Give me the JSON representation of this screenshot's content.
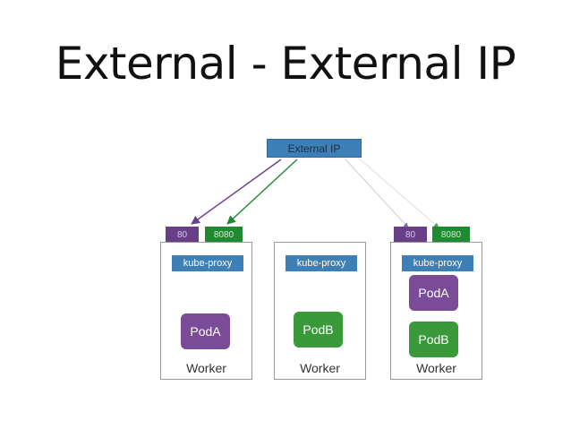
{
  "title": "External - External IP",
  "external_ip": {
    "label": "External IP"
  },
  "workers": [
    {
      "label": "Worker",
      "proxy": "kube-proxy",
      "ports": [
        "80",
        "8080"
      ],
      "pods": [
        "PodA"
      ]
    },
    {
      "label": "Worker",
      "proxy": "kube-proxy",
      "ports": [],
      "pods": [
        "PodB"
      ]
    },
    {
      "label": "Worker",
      "proxy": "kube-proxy",
      "ports": [
        "80",
        "8080"
      ],
      "pods": [
        "PodA",
        "PodB"
      ]
    }
  ],
  "colors": {
    "service_blue": "#3d7fb7",
    "pod_a_purple": "#7a4b96",
    "pod_b_green": "#3a9a3a",
    "port_80_purple": "#6a3f8a",
    "port_8080_green": "#1f8a2f"
  }
}
